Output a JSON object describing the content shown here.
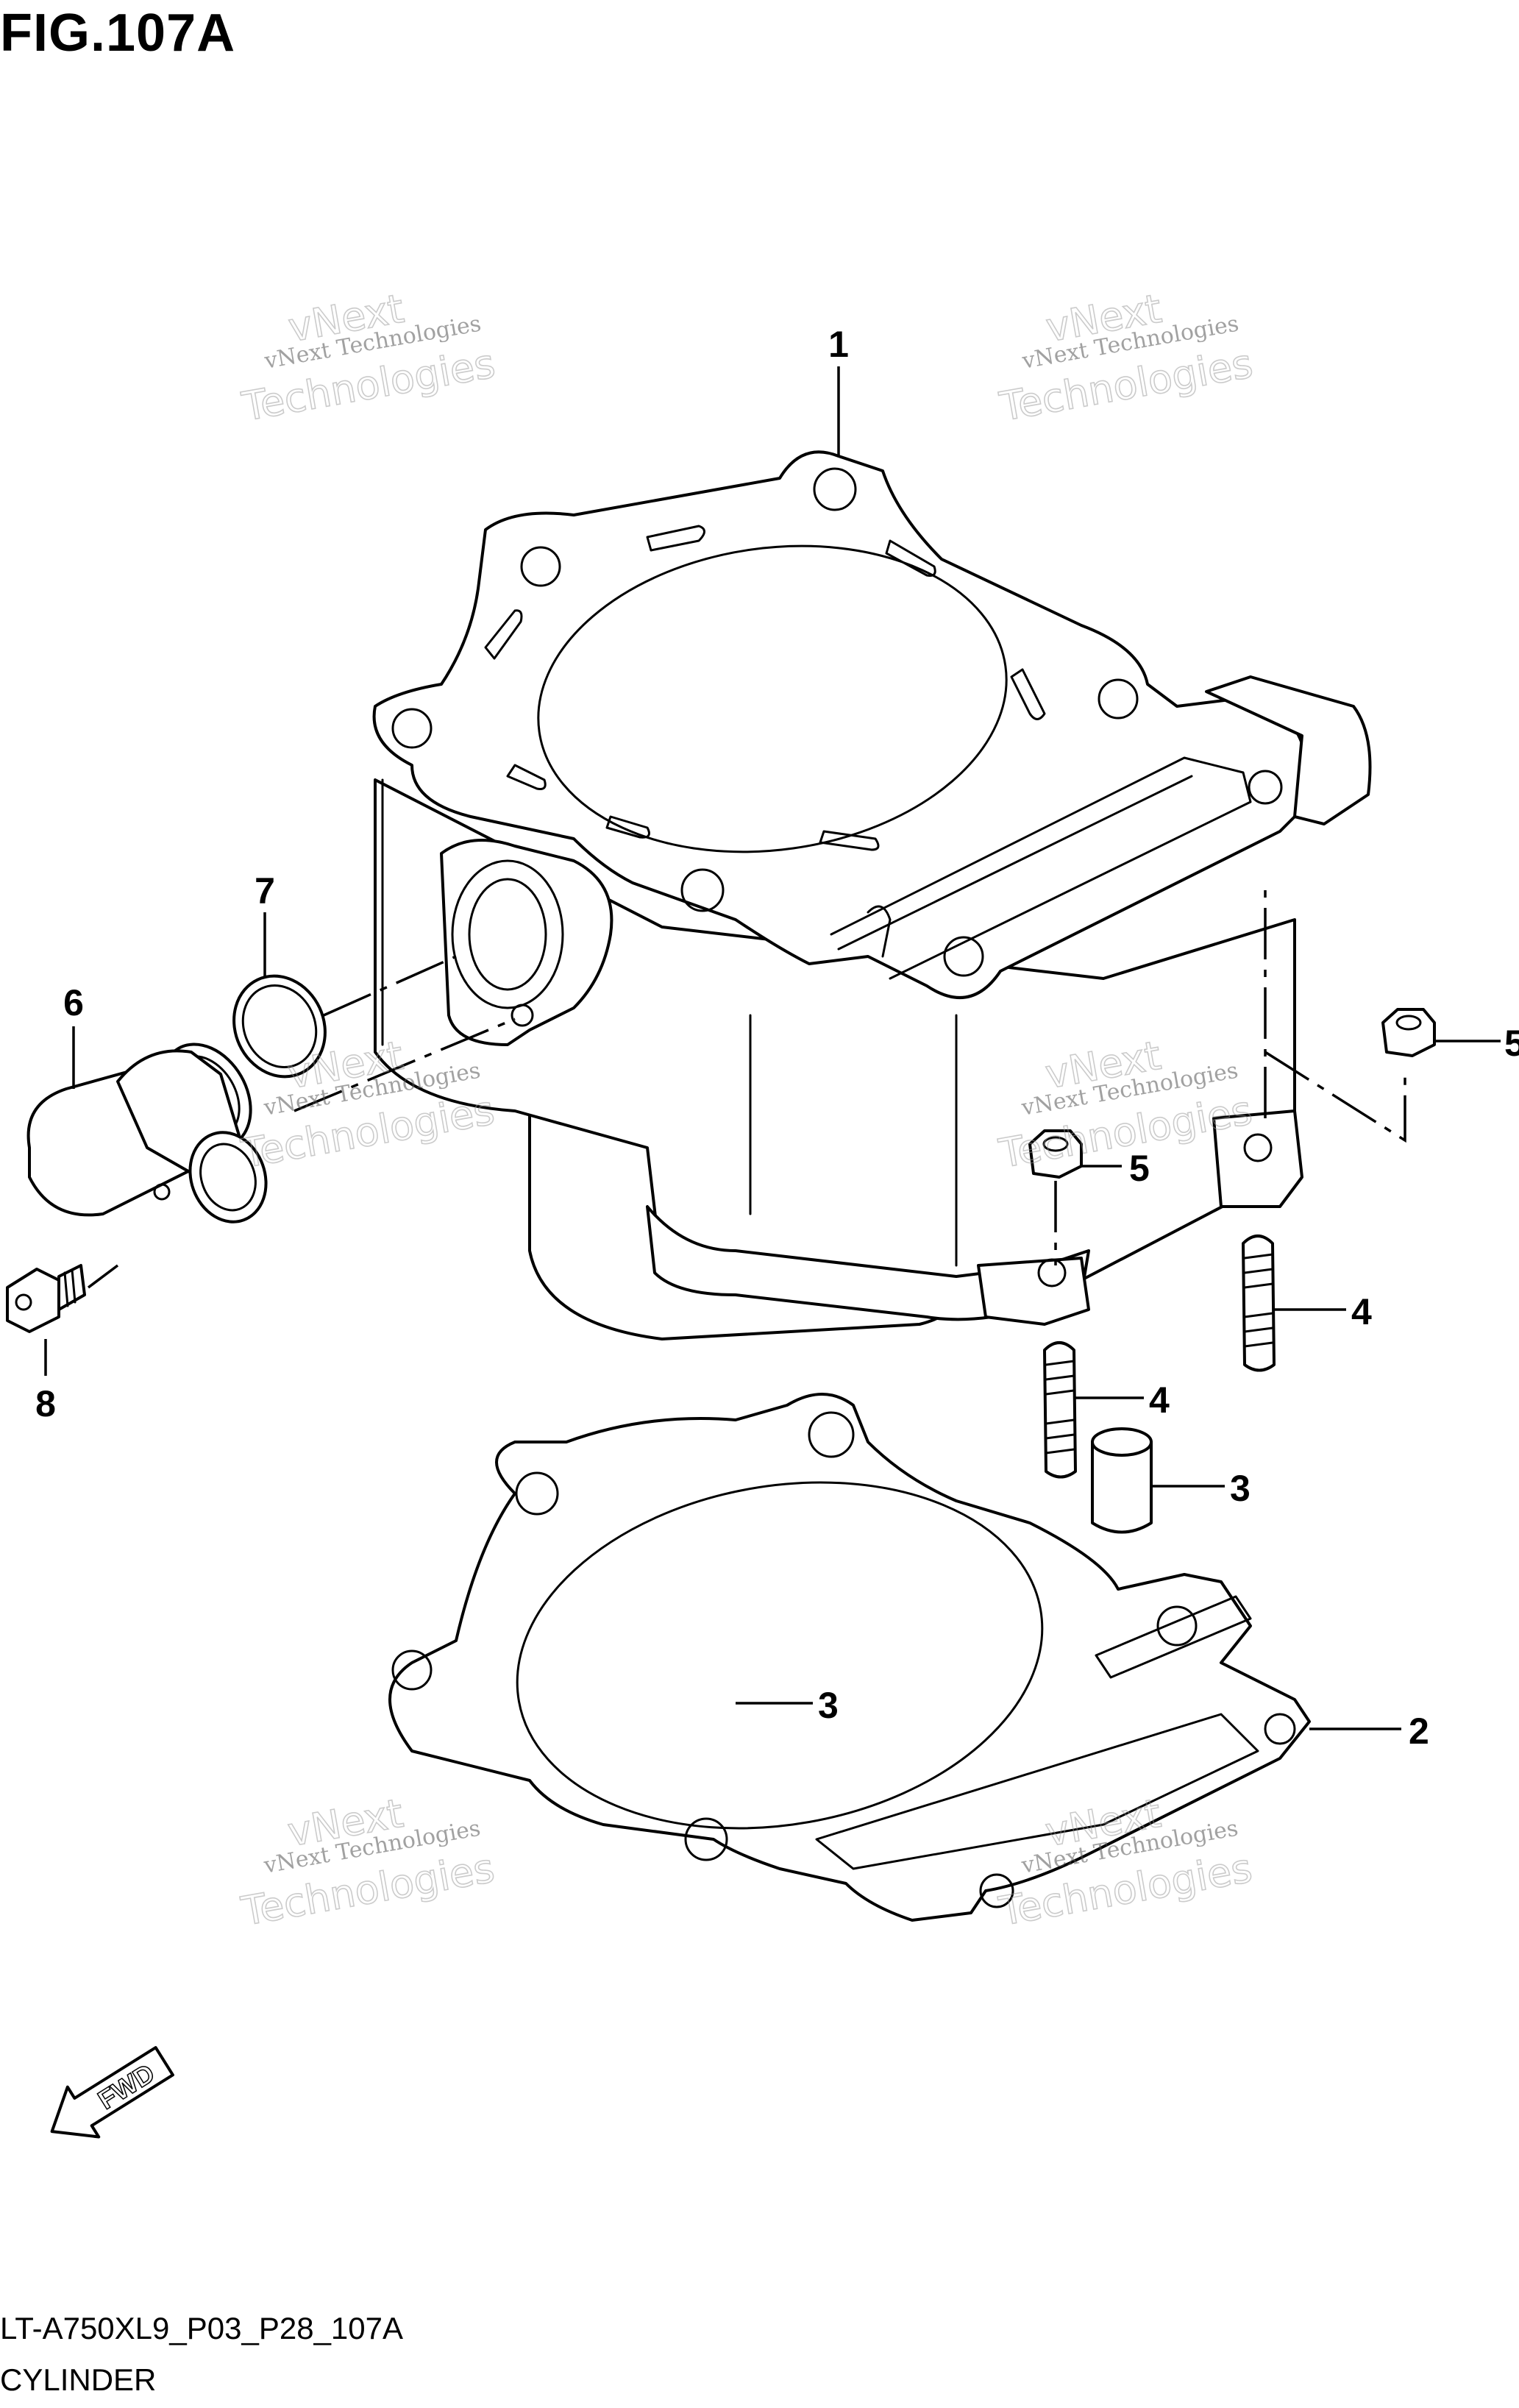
{
  "title": "FIG.107A",
  "footer": {
    "code": "LT-A750XL9_P03_P28_107A",
    "name": "CYLINDER"
  },
  "callouts": {
    "c1": "1",
    "c2": "2",
    "c3a": "3",
    "c3b": "3",
    "c4a": "4",
    "c4b": "4",
    "c5a": "5",
    "c5b": "5",
    "c6": "6",
    "c7": "7",
    "c8": "8"
  },
  "fwd_label": "FWD",
  "watermark": {
    "line1": "vNext Technologies",
    "line2": "vNext",
    "line3": "Technologies"
  },
  "colors": {
    "ink": "#000000",
    "paper": "#ffffff",
    "watermark": "#999999"
  }
}
